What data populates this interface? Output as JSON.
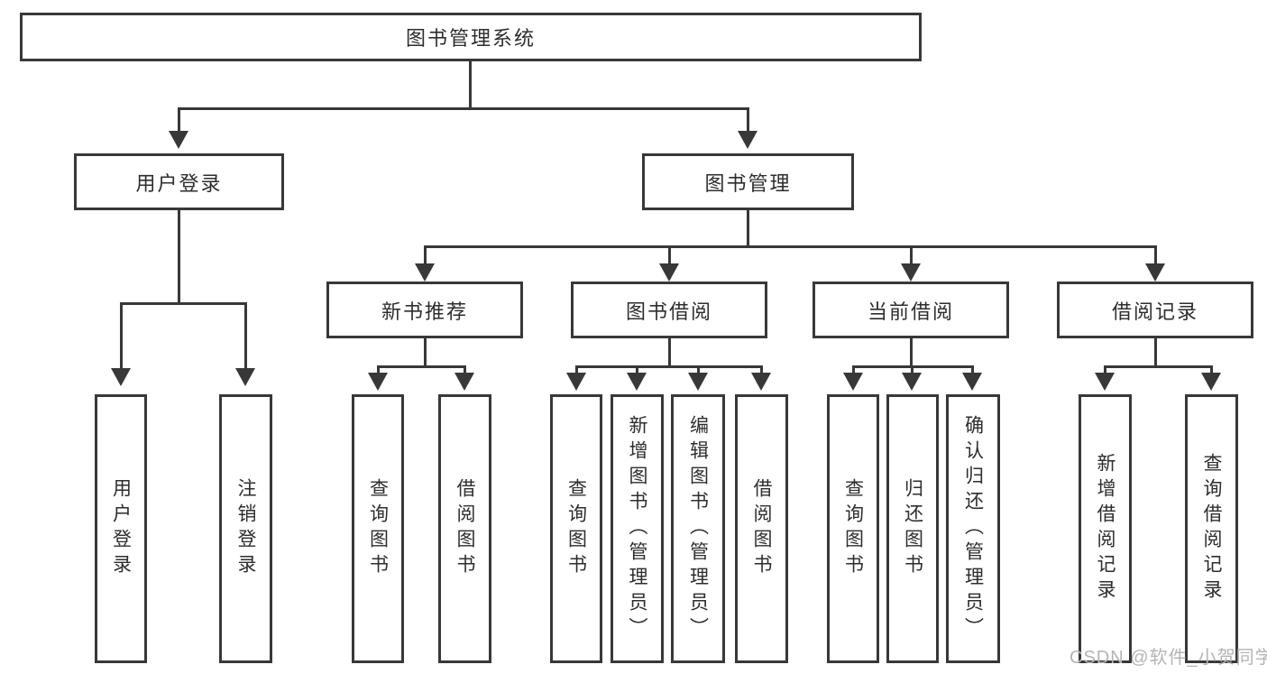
{
  "diagram": {
    "root": {
      "label": "图书管理系统",
      "children": [
        {
          "label": "用户登录",
          "children": [
            {
              "label": "用户登录"
            },
            {
              "label": "注销登录"
            }
          ]
        },
        {
          "label": "图书管理",
          "children": [
            {
              "label": "新书推荐",
              "children": [
                {
                  "label": "查询图书"
                },
                {
                  "label": "借阅图书"
                }
              ]
            },
            {
              "label": "图书借阅",
              "children": [
                {
                  "label": "查询图书"
                },
                {
                  "label": "新增图书（管理员）"
                },
                {
                  "label": "编辑图书（管理员）"
                },
                {
                  "label": "借阅图书"
                }
              ]
            },
            {
              "label": "当前借阅",
              "children": [
                {
                  "label": "查询图书"
                },
                {
                  "label": "归还图书"
                },
                {
                  "label": "确认归还（管理员）"
                }
              ]
            },
            {
              "label": "借阅记录",
              "children": [
                {
                  "label": "新增借阅记录"
                },
                {
                  "label": "查询借阅记录"
                }
              ]
            }
          ]
        }
      ]
    }
  },
  "watermark": {
    "text": "CSDN @软件_小贺同学"
  },
  "colors": {
    "line": "#383838",
    "box_border": "#383838",
    "text": "#2d2d2d",
    "background": "#ffffff",
    "watermark": "#b4b4b4"
  }
}
